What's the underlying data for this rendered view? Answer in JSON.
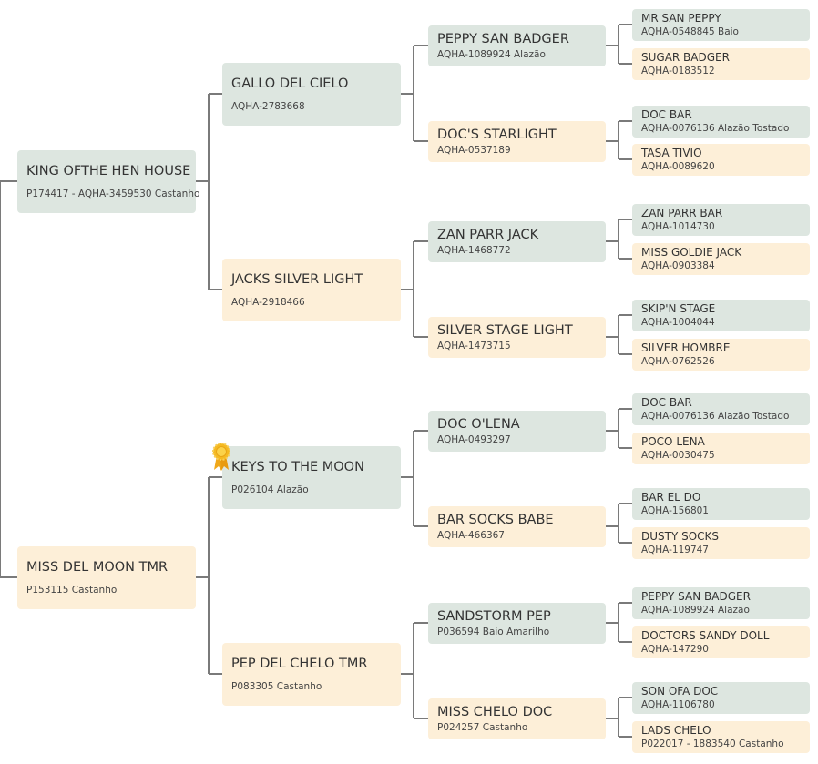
{
  "colors": {
    "green_card": "#dde6e0",
    "cream_card": "#fdefd8",
    "connector": "#7a7a7a",
    "award": "#f5b921"
  },
  "award_icon": "rosette-ribbon-icon",
  "pedigree": {
    "sire": {
      "name": "KING OFTHE HEN HOUSE",
      "info": "P174417 - AQHA-3459530 Castanho",
      "sire": {
        "name": "GALLO DEL CIELO",
        "info": "AQHA-2783668",
        "sire": {
          "name": "PEPPY SAN BADGER",
          "info": "AQHA-1089924 Alazão",
          "sire": {
            "name": "MR SAN PEPPY",
            "info": "AQHA-0548845 Baio"
          },
          "dam": {
            "name": "SUGAR BADGER",
            "info": "AQHA-0183512"
          }
        },
        "dam": {
          "name": "DOC'S STARLIGHT",
          "info": "AQHA-0537189",
          "sire": {
            "name": "DOC BAR",
            "info": "AQHA-0076136 Alazão Tostado"
          },
          "dam": {
            "name": "TASA TIVIO",
            "info": "AQHA-0089620"
          }
        }
      },
      "dam": {
        "name": "JACKS SILVER LIGHT",
        "info": "AQHA-2918466",
        "sire": {
          "name": "ZAN PARR JACK",
          "info": "AQHA-1468772",
          "sire": {
            "name": "ZAN PARR BAR",
            "info": "AQHA-1014730"
          },
          "dam": {
            "name": "MISS GOLDIE JACK",
            "info": "AQHA-0903384"
          }
        },
        "dam": {
          "name": "SILVER STAGE LIGHT",
          "info": "AQHA-1473715",
          "sire": {
            "name": "SKIP'N STAGE",
            "info": "AQHA-1004044"
          },
          "dam": {
            "name": "SILVER HOMBRE",
            "info": "AQHA-0762526"
          }
        }
      }
    },
    "dam": {
      "name": "MISS DEL MOON TMR",
      "info": "P153115 Castanho",
      "sire": {
        "name": "KEYS TO THE MOON",
        "info": "P026104 Alazão",
        "sire": {
          "name": "DOC O'LENA",
          "info": "AQHA-0493297",
          "sire": {
            "name": "DOC BAR",
            "info": "AQHA-0076136 Alazão Tostado"
          },
          "dam": {
            "name": "POCO LENA",
            "info": "AQHA-0030475"
          }
        },
        "dam": {
          "name": "BAR SOCKS BABE",
          "info": "AQHA-466367",
          "sire": {
            "name": "BAR EL DO",
            "info": "AQHA-156801"
          },
          "dam": {
            "name": "DUSTY SOCKS",
            "info": "AQHA-119747"
          }
        }
      },
      "dam": {
        "name": "PEP DEL CHELO TMR",
        "info": "P083305 Castanho",
        "sire": {
          "name": "SANDSTORM PEP",
          "info": "P036594 Baio Amarilho",
          "sire": {
            "name": "PEPPY SAN BADGER",
            "info": "AQHA-1089924 Alazão"
          },
          "dam": {
            "name": "DOCTORS SANDY DOLL",
            "info": "AQHA-147290"
          }
        },
        "dam": {
          "name": "MISS CHELO DOC",
          "info": "P024257 Castanho",
          "sire": {
            "name": "SON OFA DOC",
            "info": "AQHA-1106780"
          },
          "dam": {
            "name": "LADS CHELO",
            "info": "P022017 - 1883540 Castanho"
          }
        }
      }
    }
  }
}
